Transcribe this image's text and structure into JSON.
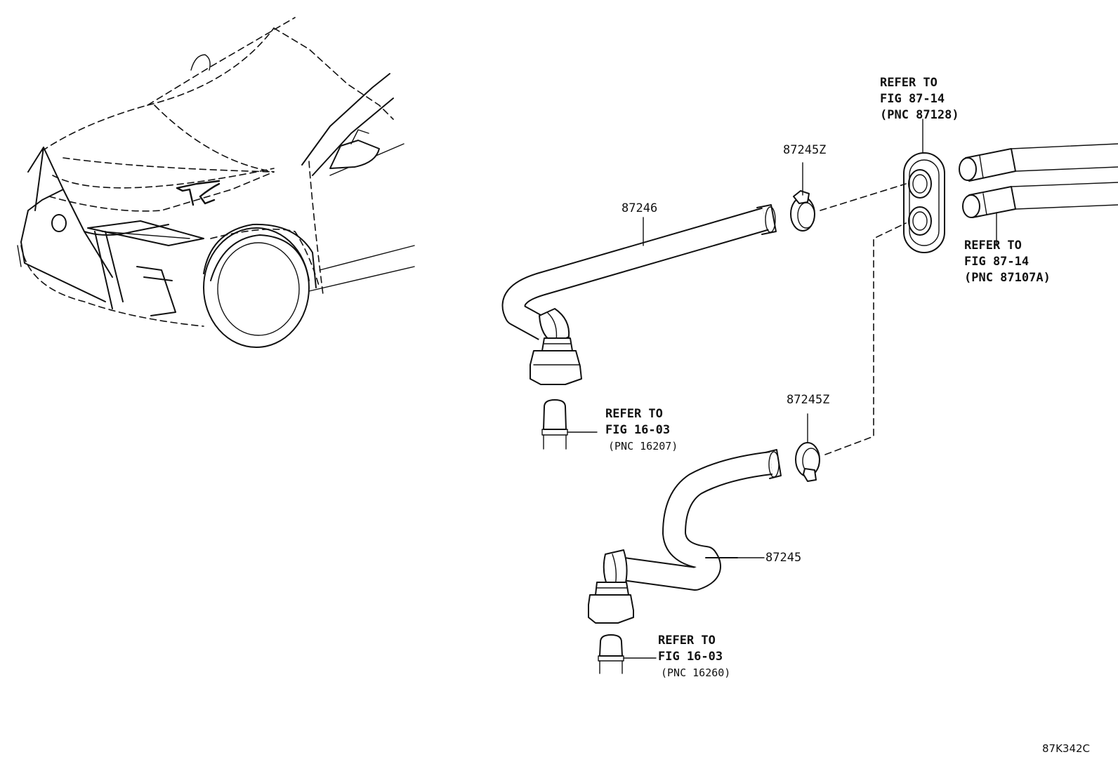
{
  "labels": {
    "part_87246": "87246",
    "part_87245": "87245",
    "clamp_upper": "87245Z",
    "clamp_lower": "87245Z"
  },
  "refers": {
    "grommet": [
      "REFER TO",
      "FIG 87-14",
      "(PNC 87128)"
    ],
    "pipes": [
      "REFER TO",
      "FIG 87-14",
      "(PNC 87107A)"
    ],
    "upper_outlet": [
      "REFER TO",
      "FIG 16-03",
      "(PNC 16207)"
    ],
    "lower_outlet": [
      "REFER TO",
      "FIG 16-03",
      "(PNC 16260)"
    ]
  },
  "figure_code": "87K342C"
}
